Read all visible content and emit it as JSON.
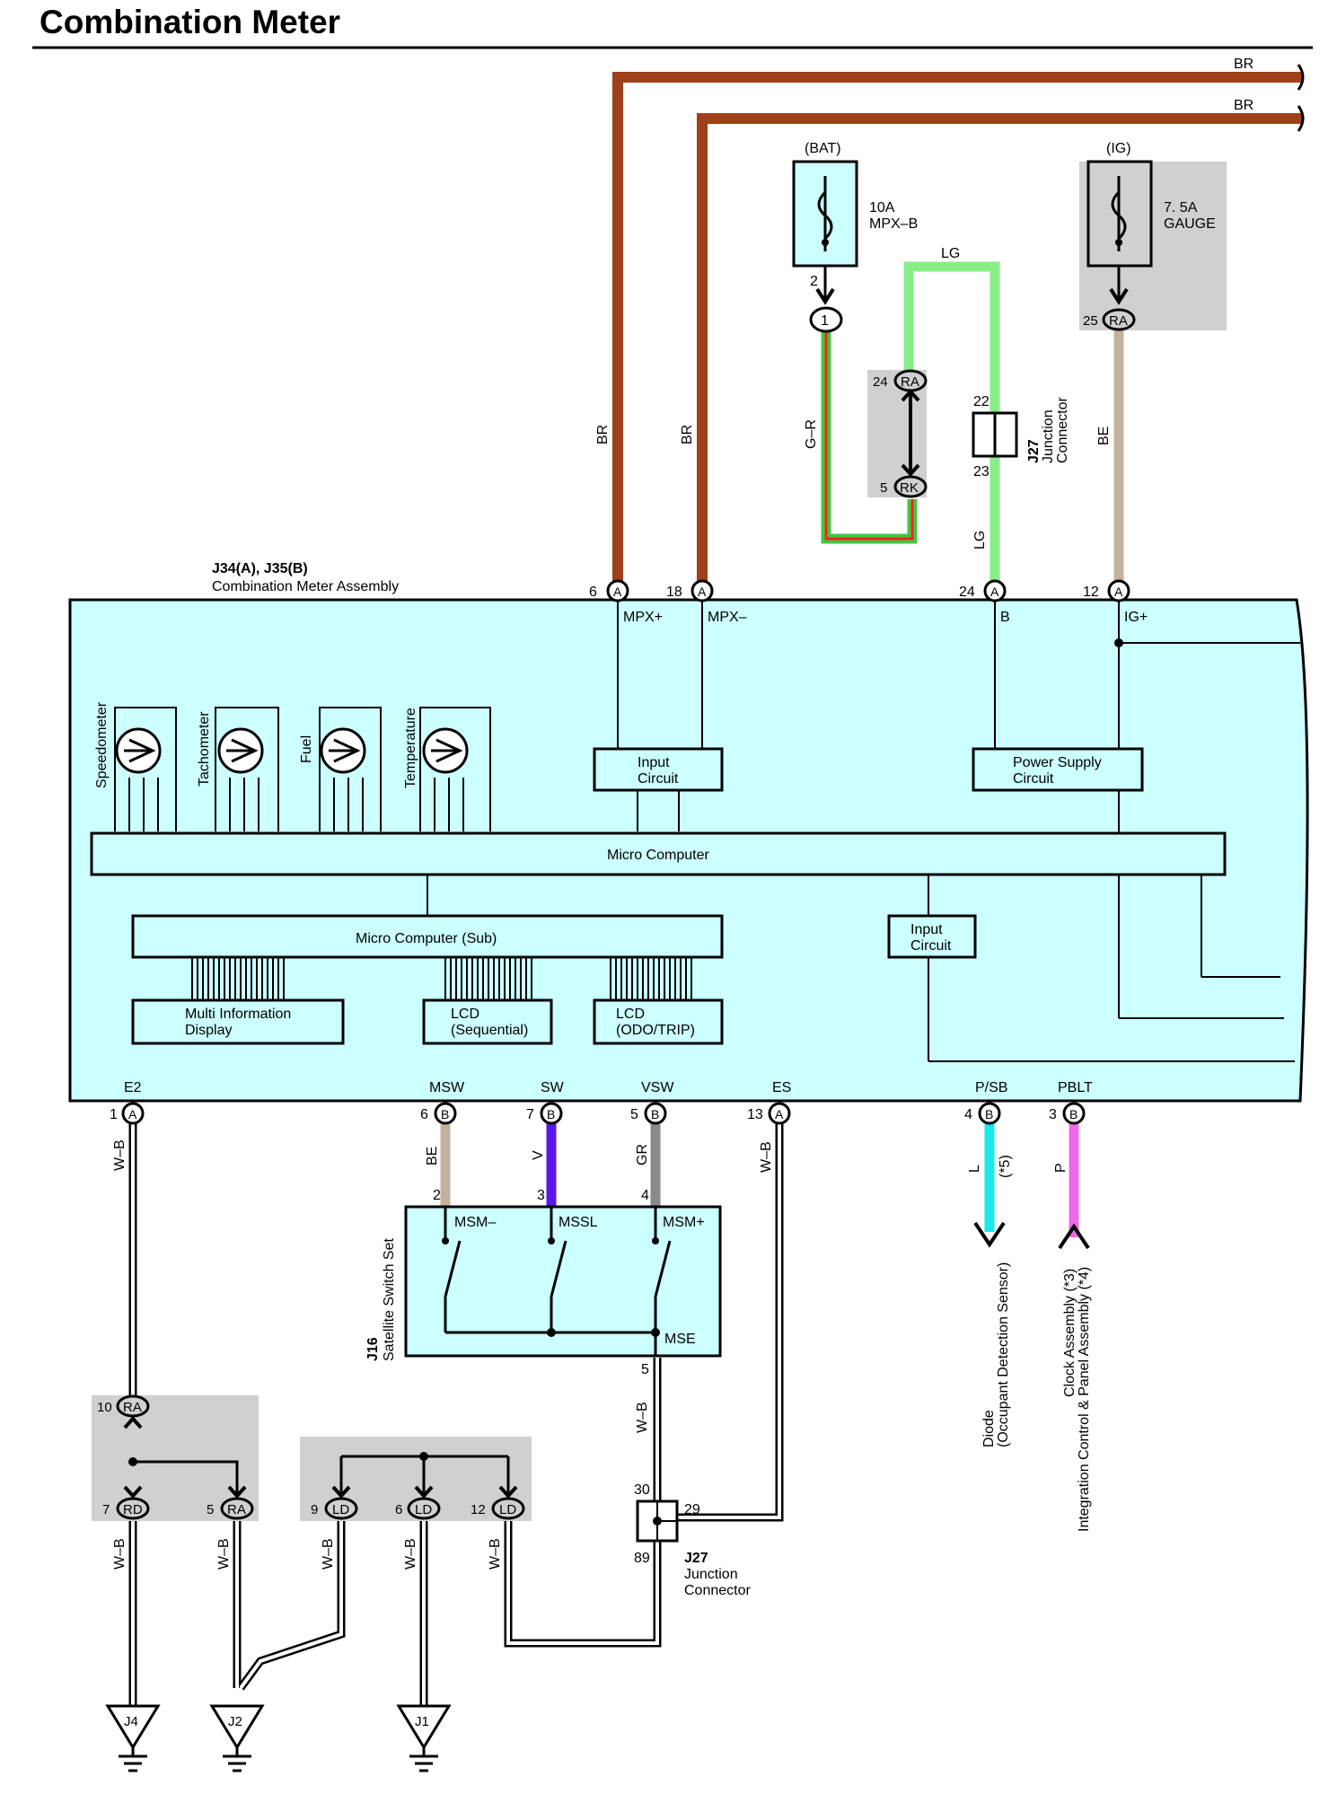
{
  "title": "Combination Meter",
  "colors": {
    "BR": "#a0401a",
    "LG": "#86ee86",
    "G-R": "#40c840",
    "G-R-tracer": "#ff2020",
    "BE": "#c4b2a0",
    "V": "#5a18e8",
    "GR": "#8a8a8a",
    "L": "#18e8f0",
    "P": "#ee6ae8",
    "W-B": "#ffffff",
    "assembly_fill": "#ccffff",
    "junction_fill": "#d0d0d0"
  },
  "wire_labels": {
    "br_right_top": "BR",
    "br_right_bottom": "BR",
    "br_left": "BR",
    "br_mid": "BR",
    "g_r": "G–R",
    "lg_top": "LG",
    "lg_right": "LG",
    "be_top": "BE",
    "w_b_e2": "W–B",
    "be_msw": "BE",
    "v_sw": "V",
    "gr_vsw": "GR",
    "w_b_es": "W–B",
    "l_psb": "L",
    "l_note": "(*5)",
    "p_pblt": "P",
    "w_b_mse": "W–B",
    "w_b_ground1": "W–B",
    "w_b_ground2": "W–B",
    "w_b_ground3": "W–B",
    "w_b_ground4": "W–B",
    "w_b_ground5": "W–B"
  },
  "fuses": {
    "bat": {
      "source": "(BAT)",
      "rating": "10A",
      "name": "MPX–B",
      "pin": "2"
    },
    "ig": {
      "source": "(IG)",
      "rating": "7. 5A",
      "name": "GAUGE",
      "pin": "25"
    }
  },
  "connectors": {
    "c1": {
      "pin": "",
      "label": "1"
    },
    "ra24": {
      "pin": "24",
      "label": "RA"
    },
    "rk5": {
      "pin": "5",
      "label": "RK"
    },
    "ra25": {
      "pin": "25",
      "label": "RA"
    },
    "a6": {
      "pin": "6",
      "label": "A"
    },
    "a18": {
      "pin": "18",
      "label": "A"
    },
    "a24": {
      "pin": "24",
      "label": "A"
    },
    "a12": {
      "pin": "12",
      "label": "A"
    },
    "a1": {
      "pin": "1",
      "label": "A"
    },
    "b6": {
      "pin": "6",
      "label": "B"
    },
    "b7": {
      "pin": "7",
      "label": "B"
    },
    "b5": {
      "pin": "5",
      "label": "B"
    },
    "a13": {
      "pin": "13",
      "label": "A"
    },
    "b4": {
      "pin": "4",
      "label": "B"
    },
    "b3": {
      "pin": "3",
      "label": "B"
    },
    "ra10": {
      "pin": "10",
      "label": "RA"
    },
    "rd7": {
      "pin": "7",
      "label": "RD"
    },
    "ra5": {
      "pin": "5",
      "label": "RA"
    },
    "ld9": {
      "pin": "9",
      "label": "LD"
    },
    "ld6": {
      "pin": "6",
      "label": "LD"
    },
    "ld12": {
      "pin": "12",
      "label": "LD"
    }
  },
  "junction_top": {
    "id": "J27",
    "name_line1": "Junction",
    "name_line2": "Connector",
    "pin_top": "22",
    "pin_bottom": "23"
  },
  "junction_bottom": {
    "id": "J27",
    "name_line1": "Junction",
    "name_line2": "Connector",
    "pin_top": "30",
    "pin_right": "29",
    "pin_bottom": "89"
  },
  "assembly": {
    "id": "J34(A), J35(B)",
    "name": "Combination Meter Assembly",
    "terminals_top": [
      "MPX+",
      "MPX–",
      "B",
      "IG+"
    ],
    "terminals_bottom": [
      "E2",
      "MSW",
      "SW",
      "VSW",
      "ES",
      "P/SB",
      "PBLT"
    ],
    "gauges": [
      "Speedometer",
      "Tachometer",
      "Fuel",
      "Temperature"
    ],
    "blocks": {
      "input_circuit_1": [
        "Input",
        "Circuit"
      ],
      "power_supply": [
        "Power Supply",
        "Circuit"
      ],
      "micro_computer": "Micro Computer",
      "input_circuit_2": [
        "Input",
        "Circuit"
      ],
      "micro_computer_sub": "Micro Computer (Sub)",
      "multi_info": [
        "Multi Information",
        "Display"
      ],
      "lcd_seq": [
        "LCD",
        "(Sequential)"
      ],
      "lcd_odo": [
        "LCD",
        "(ODO/TRIP)"
      ]
    }
  },
  "switch_set": {
    "id": "J16",
    "name": "Satellite Switch Set",
    "pins": [
      "2",
      "3",
      "4",
      "5"
    ],
    "labels": [
      "MSM–",
      "MSSL",
      "MSM+",
      "MSE"
    ]
  },
  "destinations": {
    "diode": [
      "Diode",
      "(Occupant Detection Sensor)"
    ],
    "clock": [
      "Clock Assembly (*3)",
      "Integration Control & Panel Assembly (*4)"
    ]
  },
  "grounds": [
    "J4",
    "J2",
    "J1"
  ]
}
